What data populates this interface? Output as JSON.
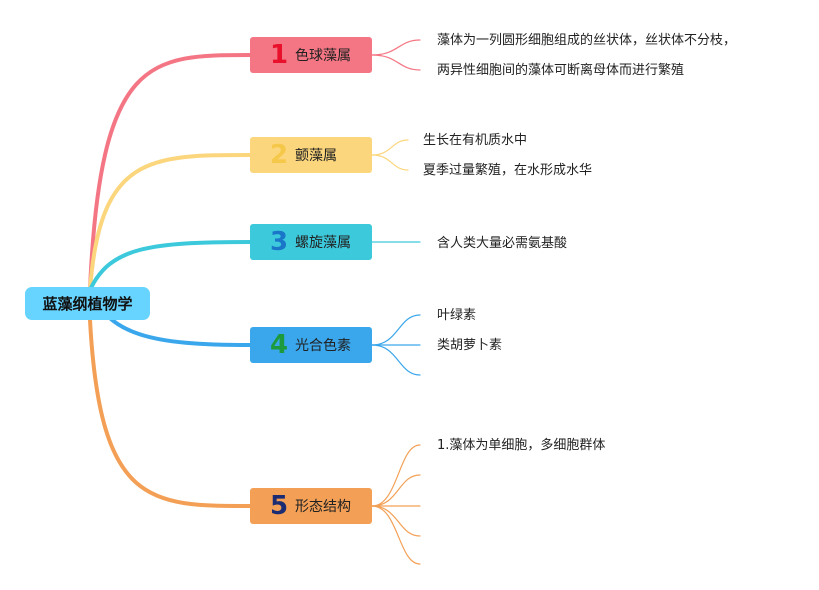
{
  "root": {
    "label": "蓝藻纲植物学"
  },
  "colors": {
    "root_fill": "#66d4ff",
    "branch1": "#f47684",
    "branch2": "#fbd67c",
    "branch3": "#3cc9dc",
    "branch4": "#3aa7ec",
    "branch5": "#f3a056"
  },
  "branches": [
    {
      "number": "1",
      "number_color": "#e8102a",
      "label": "色球藻属",
      "fill": "#f47684",
      "leaves": [
        "藻体为一列圆形细胞组成的丝状体，丝状体不分枝，",
        "两异性细胞间的藻体可断离母体而进行繁殖"
      ]
    },
    {
      "number": "2",
      "number_color": "#f6c84a",
      "label": "颤藻属",
      "fill": "#fbd67c",
      "leaves": [
        "生长在有机质水中",
        "夏季过量繁殖，在水形成水华"
      ]
    },
    {
      "number": "3",
      "number_color": "#1a76c8",
      "label": "螺旋藻属",
      "fill": "#3cc9dc",
      "leaves": [
        "含人类大量必需氨基酸"
      ]
    },
    {
      "number": "4",
      "number_color": "#1c9a3c",
      "label": "光合色素",
      "fill": "#3aa7ec",
      "leaves": [
        "叶绿素",
        "类胡萝卜素",
        ""
      ]
    },
    {
      "number": "5",
      "number_color": "#1c2c72",
      "label": "形态结构",
      "fill": "#f3a056",
      "leaves": [
        "1.藻体为单细胞，多细胞群体",
        "",
        "",
        "",
        ""
      ]
    }
  ]
}
